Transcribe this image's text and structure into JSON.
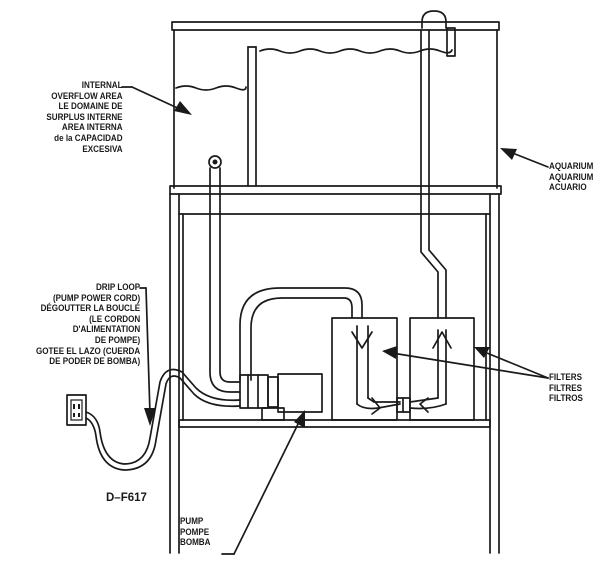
{
  "labels": {
    "overflow": [
      "INTERNAL",
      "OVERFLOW AREA",
      "LE DOMAINE DE",
      "SURPLUS INTERNE",
      "AREA INTERNA",
      "de la CAPACIDAD",
      "EXCESIVA"
    ],
    "aquarium": [
      "AQUARIUM",
      "AQUARIUM",
      "ACUARIO"
    ],
    "drip_loop": [
      "DRIP LOOP",
      "(PUMP POWER CORD)",
      "DÉGOUTTER LA BOUCLÉ",
      "(LE CORDON",
      "D'ALIMENTATION",
      "DE POMPE)",
      "GOTEE EL LAZO (CUERDA",
      "DE PODER DE BOMBA)"
    ],
    "filters": [
      "FILTERS",
      "FILTRES",
      "FILTROS"
    ],
    "pump": [
      "PUMP",
      "POMPE",
      "BOMBA"
    ]
  },
  "drawing_code": "D–F617",
  "colors": {
    "ink": "#1a1a1a",
    "paper": "#ffffff"
  }
}
